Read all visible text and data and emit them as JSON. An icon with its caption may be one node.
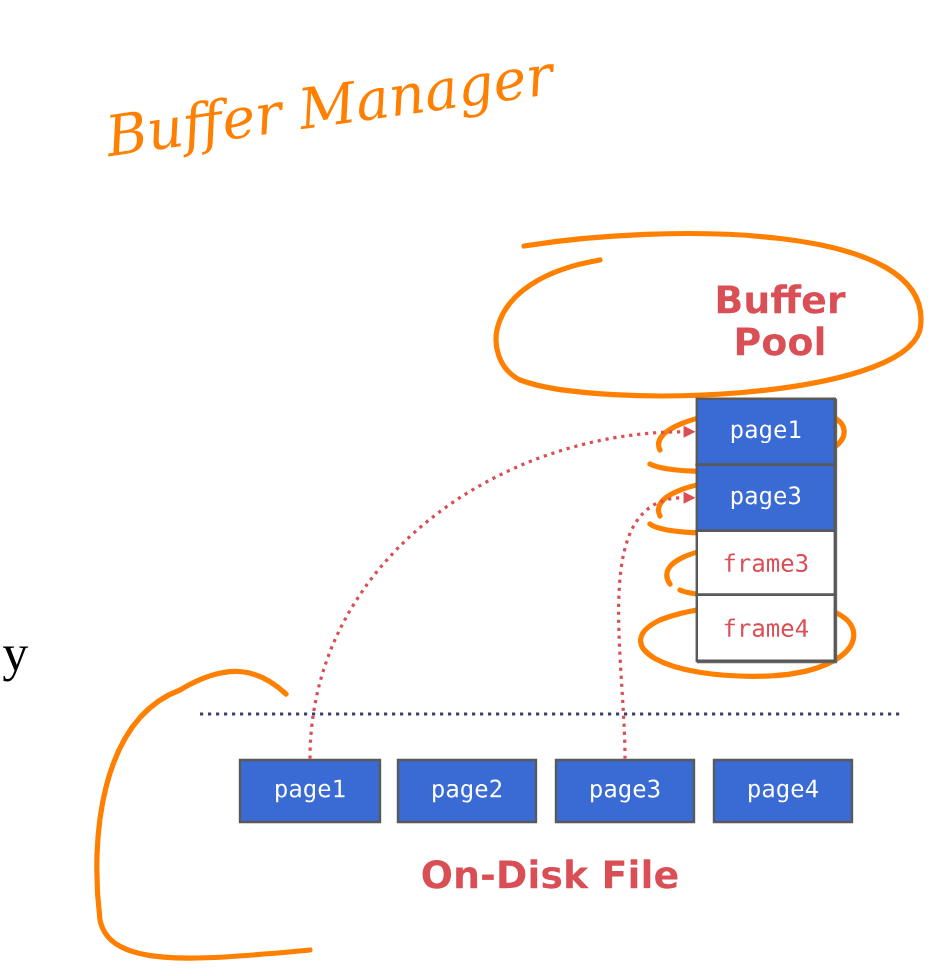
{
  "diagram": {
    "nodes": [
      {
        "text": [
          "Buffer Pool"
        ]
      },
      {
        "text": [
          "page1"
        ],
        "in": 0
      },
      {
        "text": [
          "page3"
        ],
        "in": 0
      },
      {
        "text": [
          "frame3"
        ],
        "in": 0
      },
      {
        "text": [
          "frame4"
        ],
        "in": 0
      },
      {
        "text": [
          "page1"
        ]
      },
      {
        "text": [
          "page2"
        ]
      },
      {
        "text": [
          "page3"
        ]
      },
      {
        "text": [
          "page4"
        ]
      }
    ],
    "edges": [
      {
        "from": 5,
        "to": 1,
        "arrow": "to",
        "style": "dashed"
      },
      {
        "from": 7,
        "to": 2,
        "arrow": "to",
        "style": "dashed"
      }
    ],
    "labels": [
      "Buffer Manager",
      "y",
      "On-Disk File"
    ]
  }
}
